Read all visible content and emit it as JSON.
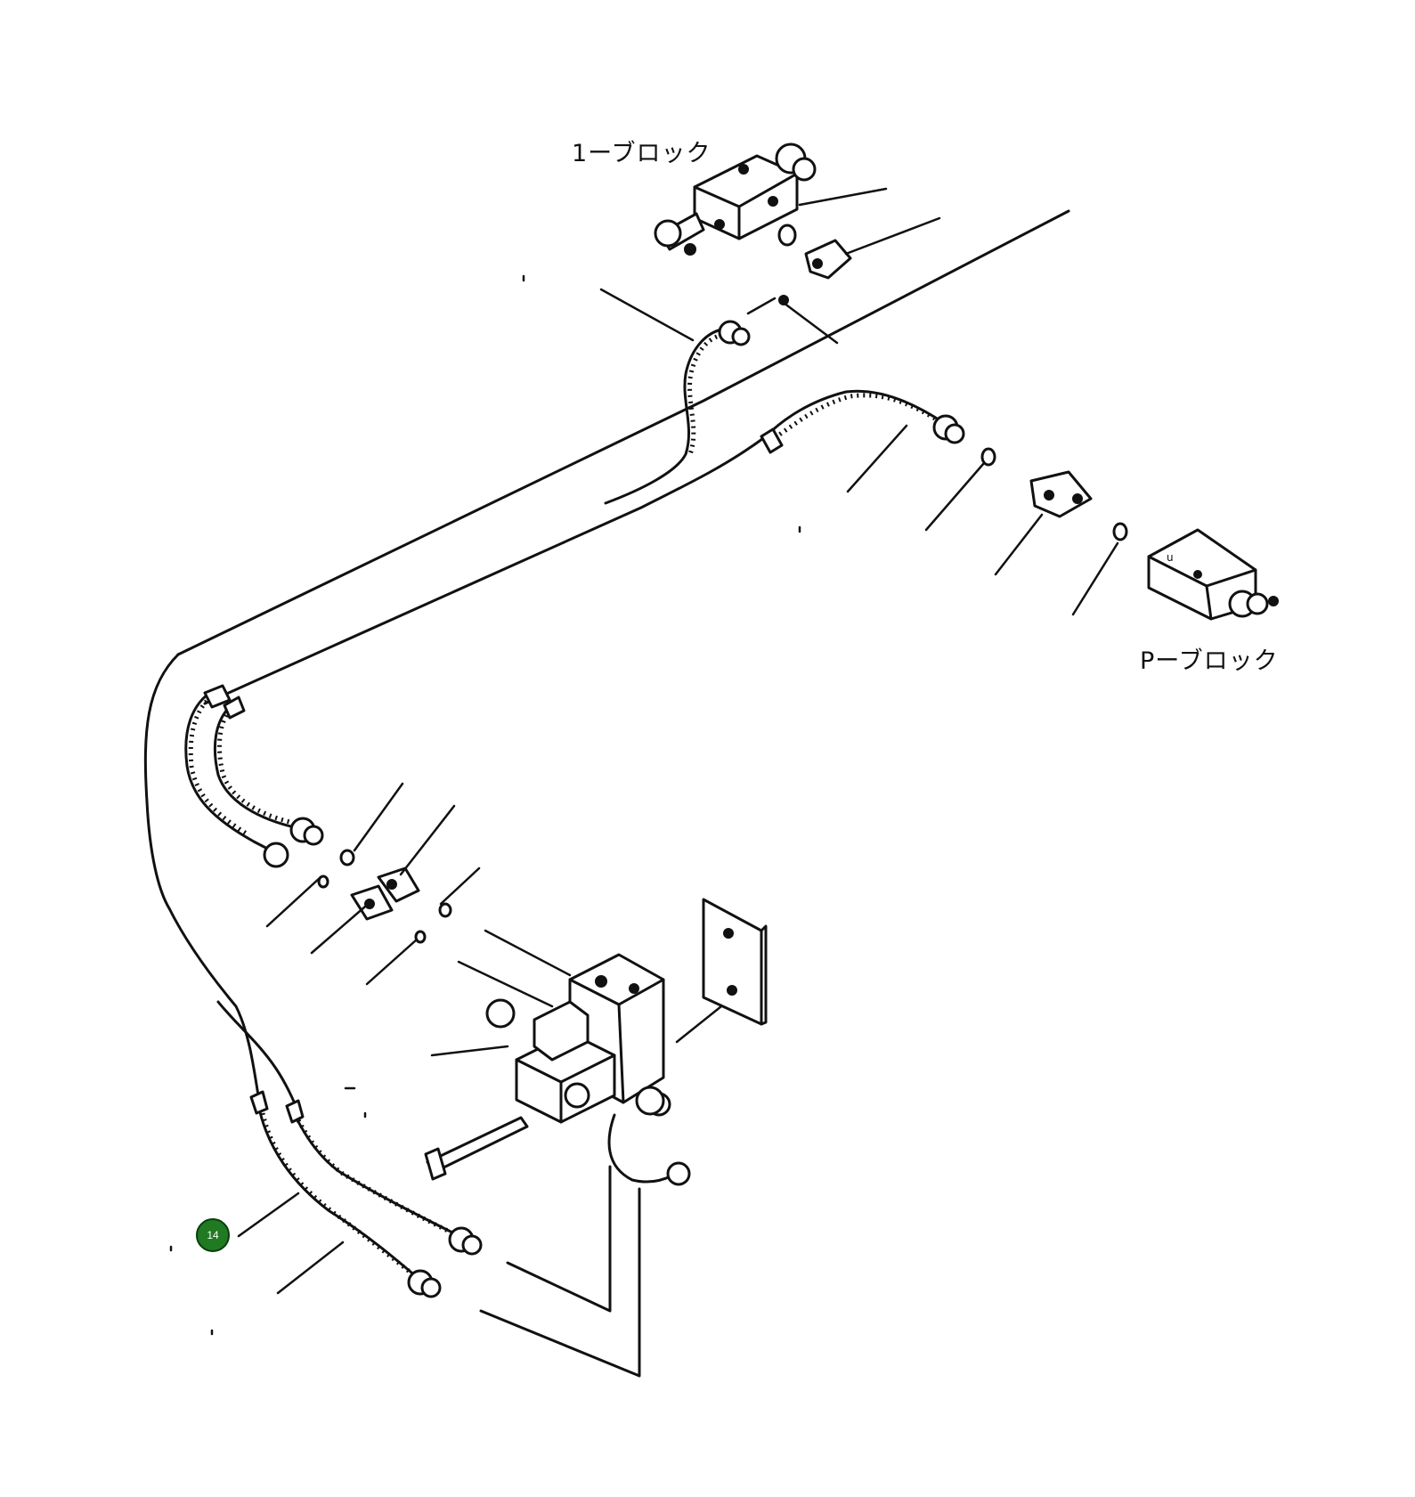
{
  "labels": {
    "t_block": "1ーブロック",
    "p_block": "Pーブロック"
  },
  "callouts": [
    {
      "number": "14"
    }
  ],
  "colors": {
    "callout_fill": "#1f7a22",
    "line": "#111111",
    "background": "#ffffff"
  }
}
